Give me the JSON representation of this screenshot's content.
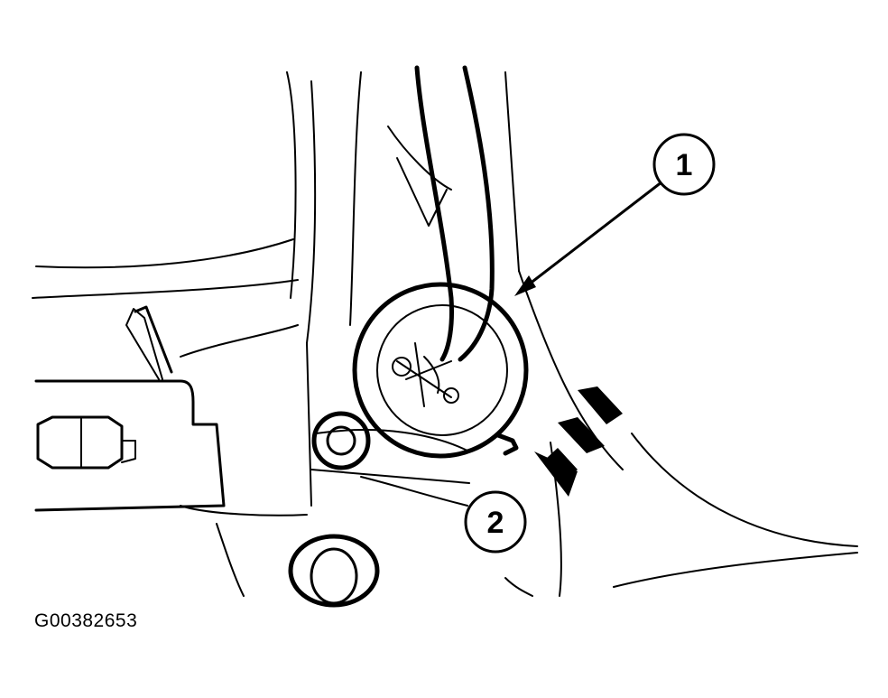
{
  "figure": {
    "id_label": "G00382653",
    "callouts": [
      {
        "label": "1"
      },
      {
        "label": "2"
      }
    ]
  }
}
